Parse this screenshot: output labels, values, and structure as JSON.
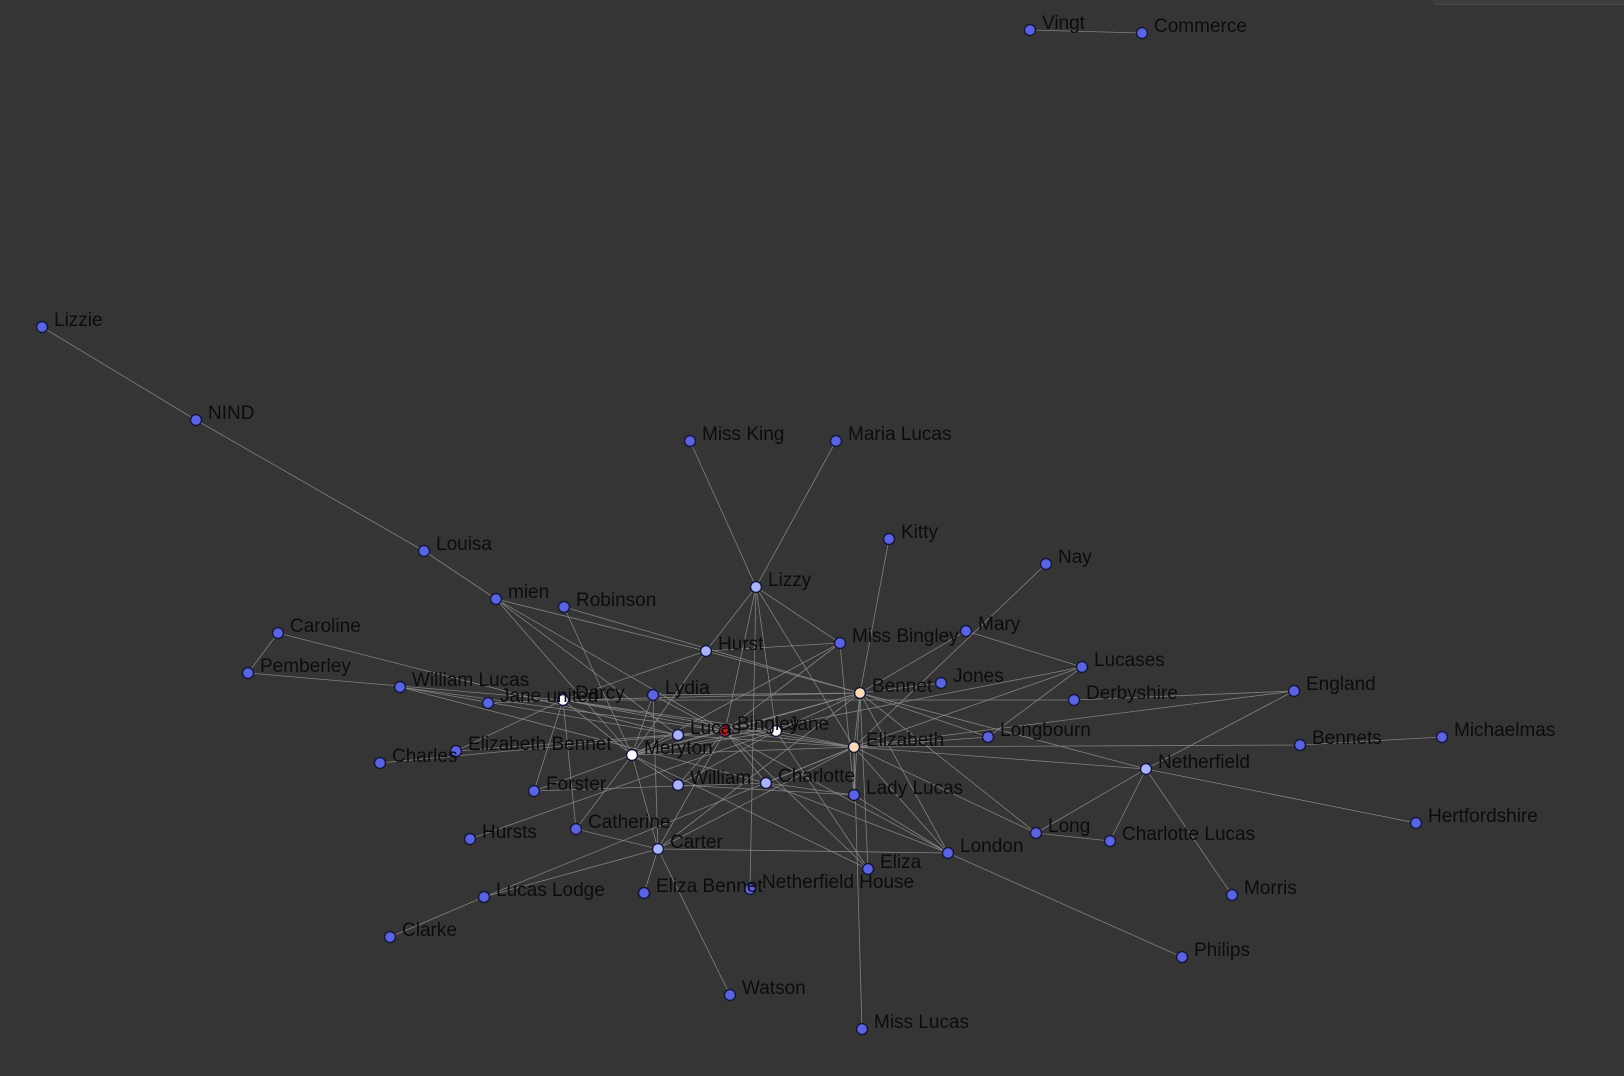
{
  "colors": {
    "background": "#353535",
    "edge": "#8e8e8e",
    "label": "#0c0c0c",
    "node_default": "#5a64e0",
    "node_light": "#a9b4ff",
    "node_white": "#ffffff",
    "node_peach": "#ffd9b8",
    "node_red": "#b81d1d"
  },
  "nodes": [
    {
      "id": "vingt",
      "label": "Vingt",
      "tone": "default"
    },
    {
      "id": "commerce",
      "label": "Commerce",
      "tone": "default"
    },
    {
      "id": "lizzie",
      "label": "Lizzie",
      "tone": "default"
    },
    {
      "id": "nind",
      "label": "NIND",
      "tone": "default"
    },
    {
      "id": "louisa",
      "label": "Louisa",
      "tone": "default"
    },
    {
      "id": "mien",
      "label": "mien",
      "tone": "default"
    },
    {
      "id": "robinson",
      "label": "Robinson",
      "tone": "default"
    },
    {
      "id": "miss_king",
      "label": "Miss King",
      "tone": "default"
    },
    {
      "id": "maria_lucas",
      "label": "Maria Lucas",
      "tone": "default"
    },
    {
      "id": "kitty",
      "label": "Kitty",
      "tone": "default"
    },
    {
      "id": "lizzy",
      "label": "Lizzy",
      "tone": "light"
    },
    {
      "id": "nay",
      "label": "Nay",
      "tone": "default"
    },
    {
      "id": "caroline",
      "label": "Caroline",
      "tone": "default"
    },
    {
      "id": "pemberley",
      "label": "Pemberley",
      "tone": "default"
    },
    {
      "id": "hurst",
      "label": "Hurst",
      "tone": "light"
    },
    {
      "id": "miss_bingley",
      "label": "Miss Bingley",
      "tone": "default"
    },
    {
      "id": "mary",
      "label": "Mary",
      "tone": "default"
    },
    {
      "id": "lucases",
      "label": "Lucases",
      "tone": "default"
    },
    {
      "id": "william_lucas",
      "label": "William Lucas",
      "tone": "default"
    },
    {
      "id": "jane_united",
      "label": "Jane united",
      "tone": "default"
    },
    {
      "id": "darcy",
      "label": "Darcy",
      "tone": "white"
    },
    {
      "id": "lydia",
      "label": "Lydia",
      "tone": "default"
    },
    {
      "id": "bennet",
      "label": "Bennet",
      "tone": "peach"
    },
    {
      "id": "jones",
      "label": "Jones",
      "tone": "default"
    },
    {
      "id": "derbyshire",
      "label": "Derbyshire",
      "tone": "default"
    },
    {
      "id": "england",
      "label": "England",
      "tone": "default"
    },
    {
      "id": "lucas",
      "label": "Lucas",
      "tone": "light"
    },
    {
      "id": "bingley",
      "label": "Bingley",
      "tone": "red"
    },
    {
      "id": "jane",
      "label": "Jane",
      "tone": "white"
    },
    {
      "id": "elizabeth",
      "label": "Elizabeth",
      "tone": "peach"
    },
    {
      "id": "longbourn",
      "label": "Longbourn",
      "tone": "default"
    },
    {
      "id": "bennets",
      "label": "Bennets",
      "tone": "default"
    },
    {
      "id": "michaelmas",
      "label": "Michaelmas",
      "tone": "default"
    },
    {
      "id": "charles",
      "label": "Charles",
      "tone": "default"
    },
    {
      "id": "elizabeth_bennet",
      "label": "Elizabeth Bennet",
      "tone": "default"
    },
    {
      "id": "meryton",
      "label": "Meryton",
      "tone": "white"
    },
    {
      "id": "netherfield",
      "label": "Netherfield",
      "tone": "light"
    },
    {
      "id": "forster",
      "label": "Forster",
      "tone": "default"
    },
    {
      "id": "william",
      "label": "William",
      "tone": "light"
    },
    {
      "id": "charlotte",
      "label": "Charlotte",
      "tone": "light"
    },
    {
      "id": "lady_lucas",
      "label": "Lady Lucas",
      "tone": "default"
    },
    {
      "id": "hertfordshire",
      "label": "Hertfordshire",
      "tone": "default"
    },
    {
      "id": "hursts",
      "label": "Hursts",
      "tone": "default"
    },
    {
      "id": "catherine",
      "label": "Catherine",
      "tone": "default"
    },
    {
      "id": "long",
      "label": "Long",
      "tone": "default"
    },
    {
      "id": "charlotte_lucas",
      "label": "Charlotte Lucas",
      "tone": "default"
    },
    {
      "id": "carter",
      "label": "Carter",
      "tone": "light"
    },
    {
      "id": "london",
      "label": "London",
      "tone": "default"
    },
    {
      "id": "eliza",
      "label": "Eliza",
      "tone": "default"
    },
    {
      "id": "lucas_lodge",
      "label": "Lucas Lodge",
      "tone": "default"
    },
    {
      "id": "eliza_bennet",
      "label": "Eliza Bennet",
      "tone": "default"
    },
    {
      "id": "netherfield_house",
      "label": "Netherfield House",
      "tone": "default"
    },
    {
      "id": "morris",
      "label": "Morris",
      "tone": "default"
    },
    {
      "id": "clarke",
      "label": "Clarke",
      "tone": "default"
    },
    {
      "id": "philips",
      "label": "Philips",
      "tone": "default"
    },
    {
      "id": "watson",
      "label": "Watson",
      "tone": "default"
    },
    {
      "id": "miss_lucas",
      "label": "Miss Lucas",
      "tone": "default"
    }
  ],
  "edges": [
    [
      "vingt",
      "commerce"
    ],
    [
      "lizzie",
      "nind"
    ],
    [
      "nind",
      "louisa"
    ],
    [
      "louisa",
      "mien"
    ],
    [
      "mien",
      "meryton"
    ],
    [
      "mien",
      "lucas"
    ],
    [
      "mien",
      "hurst"
    ],
    [
      "mien",
      "bingley"
    ],
    [
      "robinson",
      "meryton"
    ],
    [
      "robinson",
      "bennet"
    ],
    [
      "miss_king",
      "lizzy"
    ],
    [
      "maria_lucas",
      "lizzy"
    ],
    [
      "lizzy",
      "bingley"
    ],
    [
      "lizzy",
      "jane"
    ],
    [
      "lizzy",
      "elizabeth"
    ],
    [
      "lizzy",
      "hurst"
    ],
    [
      "lizzy",
      "miss_bingley"
    ],
    [
      "lizzy",
      "netherfield_house"
    ],
    [
      "kitty",
      "bennet"
    ],
    [
      "nay",
      "elizabeth"
    ],
    [
      "caroline",
      "pemberley"
    ],
    [
      "caroline",
      "lucas"
    ],
    [
      "pemberley",
      "darcy"
    ],
    [
      "hurst",
      "darcy"
    ],
    [
      "hurst",
      "miss_bingley"
    ],
    [
      "hurst",
      "meryton"
    ],
    [
      "hurst",
      "bennet"
    ],
    [
      "miss_bingley",
      "bingley"
    ],
    [
      "miss_bingley",
      "meryton"
    ],
    [
      "miss_bingley",
      "lady_lucas"
    ],
    [
      "mary",
      "bennet"
    ],
    [
      "mary",
      "lucases"
    ],
    [
      "lucases",
      "elizabeth"
    ],
    [
      "lucases",
      "longbourn"
    ],
    [
      "lucases",
      "meryton"
    ],
    [
      "william_lucas",
      "bingley"
    ],
    [
      "william_lucas",
      "lucas"
    ],
    [
      "william_lucas",
      "charlotte"
    ],
    [
      "jane_united",
      "darcy"
    ],
    [
      "darcy",
      "bingley"
    ],
    [
      "darcy",
      "jane"
    ],
    [
      "darcy",
      "elizabeth"
    ],
    [
      "darcy",
      "bennet"
    ],
    [
      "darcy",
      "forster"
    ],
    [
      "darcy",
      "catherine"
    ],
    [
      "darcy",
      "meryton"
    ],
    [
      "darcy",
      "derbyshire"
    ],
    [
      "lydia",
      "meryton"
    ],
    [
      "lydia",
      "bennet"
    ],
    [
      "lydia",
      "carter"
    ],
    [
      "lydia",
      "london"
    ],
    [
      "bennet",
      "jane"
    ],
    [
      "bennet",
      "elizabeth"
    ],
    [
      "bennet",
      "bingley"
    ],
    [
      "bennet",
      "meryton"
    ],
    [
      "bennet",
      "london"
    ],
    [
      "bennet",
      "lady_lucas"
    ],
    [
      "bennet",
      "carter"
    ],
    [
      "bennet",
      "long"
    ],
    [
      "bennet",
      "eliza"
    ],
    [
      "jones",
      "bennet"
    ],
    [
      "derbyshire",
      "england"
    ],
    [
      "england",
      "netherfield"
    ],
    [
      "england",
      "elizabeth"
    ],
    [
      "lucas",
      "bingley"
    ],
    [
      "lucas",
      "elizabeth"
    ],
    [
      "lucas",
      "meryton"
    ],
    [
      "bingley",
      "jane"
    ],
    [
      "bingley",
      "elizabeth"
    ],
    [
      "bingley",
      "meryton"
    ],
    [
      "bingley",
      "eliza"
    ],
    [
      "bingley",
      "carter"
    ],
    [
      "bingley",
      "william"
    ],
    [
      "bingley",
      "charlotte"
    ],
    [
      "jane",
      "elizabeth"
    ],
    [
      "jane",
      "meryton"
    ],
    [
      "jane",
      "eliza"
    ],
    [
      "jane",
      "william"
    ],
    [
      "elizabeth",
      "netherfield"
    ],
    [
      "elizabeth",
      "bennets"
    ],
    [
      "elizabeth",
      "lady_lucas"
    ],
    [
      "elizabeth",
      "charlotte"
    ],
    [
      "elizabeth",
      "carter"
    ],
    [
      "elizabeth",
      "long"
    ],
    [
      "elizabeth",
      "london"
    ],
    [
      "elizabeth",
      "meryton"
    ],
    [
      "elizabeth",
      "lucas_lodge"
    ],
    [
      "elizabeth",
      "miss_lucas"
    ],
    [
      "elizabeth",
      "longbourn"
    ],
    [
      "longbourn",
      "bennet"
    ],
    [
      "bennets",
      "michaelmas"
    ],
    [
      "charles",
      "bingley"
    ],
    [
      "elizabeth_bennet",
      "darcy"
    ],
    [
      "elizabeth_bennet",
      "bingley"
    ],
    [
      "meryton",
      "forster"
    ],
    [
      "meryton",
      "carter"
    ],
    [
      "meryton",
      "william"
    ],
    [
      "meryton",
      "catherine"
    ],
    [
      "netherfield",
      "long"
    ],
    [
      "netherfield",
      "charlotte_lucas"
    ],
    [
      "netherfield",
      "morris"
    ],
    [
      "netherfield",
      "hertfordshire"
    ],
    [
      "netherfield",
      "bennet"
    ],
    [
      "forster",
      "charlotte"
    ],
    [
      "william",
      "lady_lucas"
    ],
    [
      "charlotte",
      "lady_lucas"
    ],
    [
      "charlotte",
      "london"
    ],
    [
      "hursts",
      "jane"
    ],
    [
      "catherine",
      "carter"
    ],
    [
      "carter",
      "london"
    ],
    [
      "carter",
      "watson"
    ],
    [
      "carter",
      "lucas_lodge"
    ],
    [
      "carter",
      "eliza_bennet"
    ],
    [
      "lady_lucas",
      "london"
    ],
    [
      "london",
      "philips"
    ],
    [
      "clarke",
      "lucas_lodge"
    ],
    [
      "eliza",
      "meryton"
    ],
    [
      "charlotte_lucas",
      "long"
    ]
  ]
}
